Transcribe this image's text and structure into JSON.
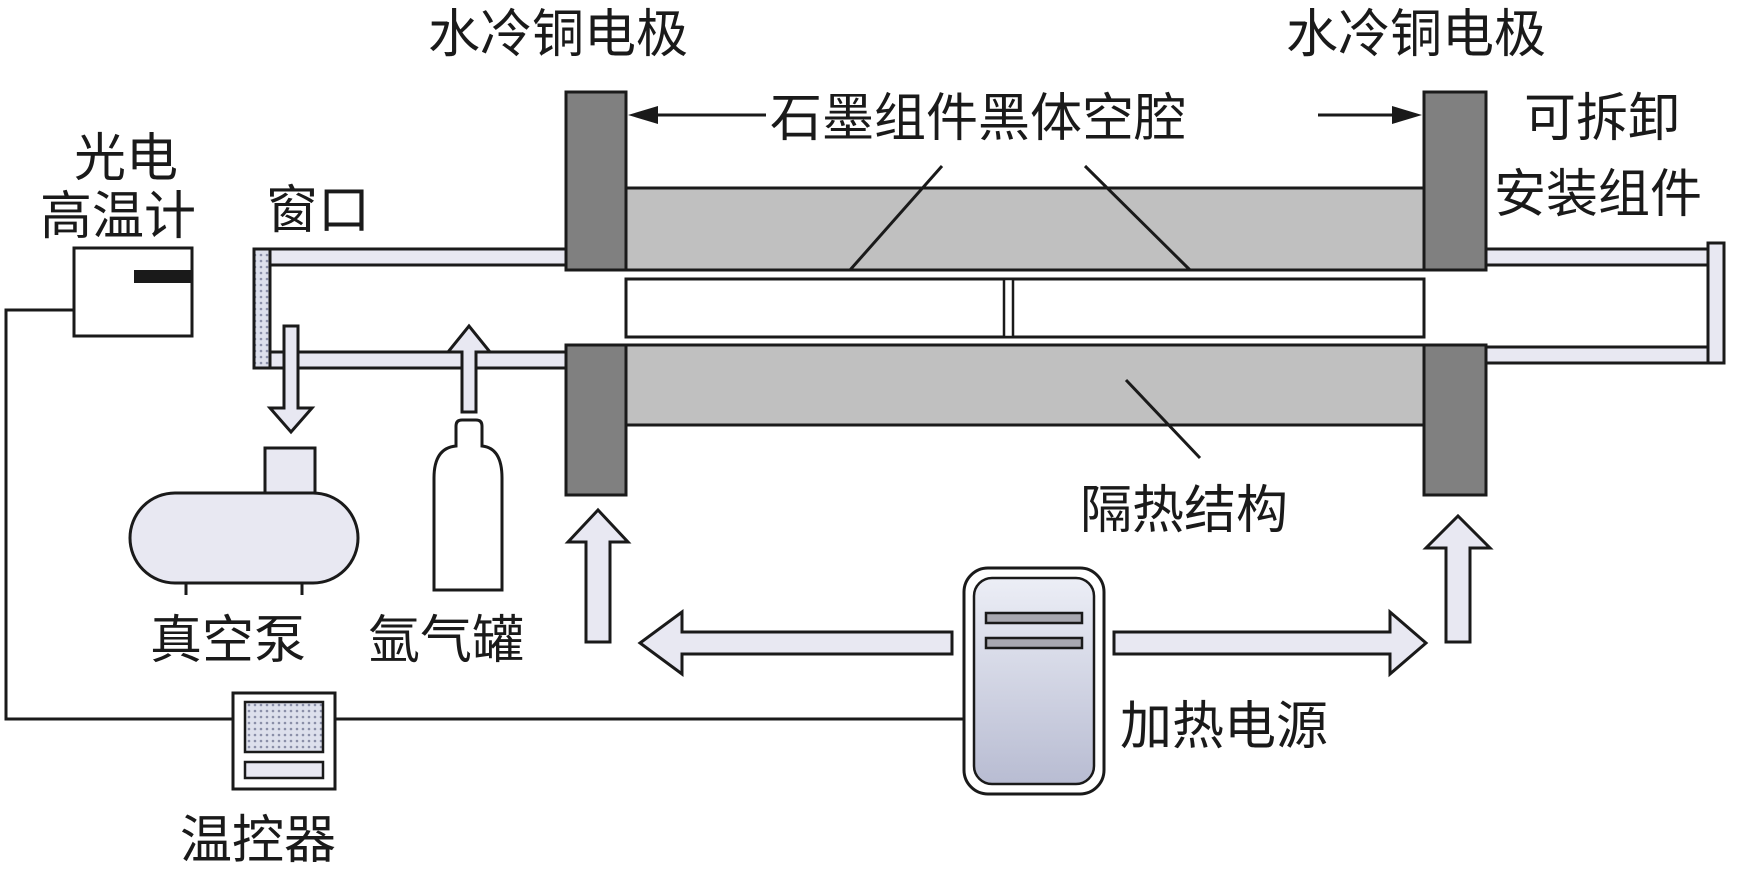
{
  "labels": {
    "electrode_left": "水冷铜电极",
    "electrode_right": "水冷铜电极",
    "blackbody_cavity": "石墨组件黑体空腔",
    "removable_assembly_line1": "可拆卸",
    "removable_assembly_line2": "安装组件",
    "pyrometer_line1": "光电",
    "pyrometer_line2": "高温计",
    "window": "窗口",
    "insulation": "隔热结构",
    "vacuum_pump": "真空泵",
    "argon_tank": "氩气罐",
    "temp_controller": "温控器",
    "power_supply": "加热电源"
  },
  "colors": {
    "electrode": "#808080",
    "insulation": "#c0c0c0",
    "equipment_fill": "#e8e8f2",
    "power_supply_fill": "#c8cadc",
    "screen_fill": "#c8cce0",
    "line": "#1a1a1a"
  }
}
